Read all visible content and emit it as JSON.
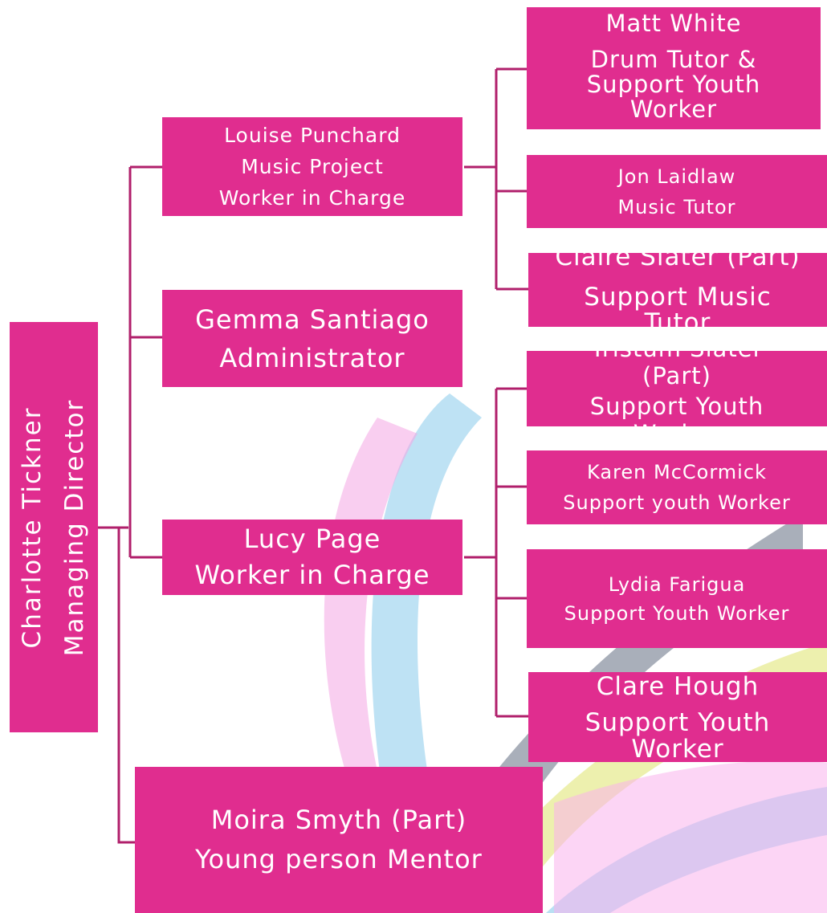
{
  "colors": {
    "box_fill": "#e02d8f",
    "connector": "#b01f6b",
    "text": "#ffffff"
  },
  "director": {
    "name": "Charlotte Tickner",
    "role": "Managing Director"
  },
  "managers": [
    {
      "lines": [
        "Louise Punchard",
        "Music Project",
        "Worker in Charge"
      ]
    },
    {
      "lines": [
        "Gemma Santiago",
        "Administrator"
      ]
    },
    {
      "lines": [
        "Lucy Page",
        "Worker in Charge"
      ]
    }
  ],
  "music_staff": [
    {
      "lines": [
        "Matt White",
        "Drum Tutor &",
        "Support Youth",
        "Worker"
      ]
    },
    {
      "lines": [
        "Jon Laidlaw",
        "Music Tutor"
      ]
    },
    {
      "lines": [
        "Claire Slater (Part)",
        "Support Music",
        "Tutor"
      ]
    }
  ],
  "youth_staff": [
    {
      "lines": [
        "Tristum Slater",
        "(Part)",
        "Support Youth",
        "Worker"
      ]
    },
    {
      "lines": [
        "Karen McCormick",
        "Support youth Worker"
      ]
    },
    {
      "lines": [
        "Lydia Farigua",
        "Support Youth Worker"
      ]
    },
    {
      "lines": [
        "Clare Hough",
        "Support Youth",
        "Worker"
      ]
    }
  ],
  "mentor": {
    "lines": [
      "Moira Smyth (Part)",
      "Young person Mentor"
    ]
  }
}
